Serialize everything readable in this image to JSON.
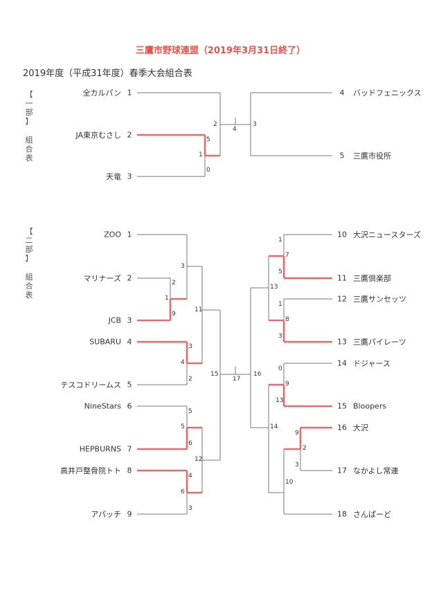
{
  "header": "三鷹市野球連盟（2019年3月31日終了）",
  "title": "2019年度（平成31年度）春季大会組合表",
  "division1": {
    "label": [
      "【",
      "一",
      "部",
      "】",
      "組",
      "合",
      "表"
    ],
    "teams": [
      {
        "num": "1",
        "name": "全カルパン"
      },
      {
        "num": "2",
        "name": "JA東京むさし"
      },
      {
        "num": "3",
        "name": "天竜"
      },
      {
        "num": "4",
        "name": "バッドフェニックス"
      },
      {
        "num": "5",
        "name": "三鷹市役所"
      }
    ],
    "scores": [
      "2",
      "5",
      "1",
      "0",
      "4",
      "3"
    ]
  },
  "division2": {
    "label": [
      "【",
      "二",
      "部",
      "】",
      "組",
      "合",
      "表"
    ],
    "teams": [
      {
        "num": "1",
        "name": "ZOO"
      },
      {
        "num": "2",
        "name": "マリナーズ"
      },
      {
        "num": "3",
        "name": "JCB"
      },
      {
        "num": "4",
        "name": "SUBARU"
      },
      {
        "num": "5",
        "name": "テスコドリームス"
      },
      {
        "num": "6",
        "name": "NineStars"
      },
      {
        "num": "7",
        "name": "HEPBURNS"
      },
      {
        "num": "8",
        "name": "高井戸整骨院トト"
      },
      {
        "num": "9",
        "name": "アパッチ"
      },
      {
        "num": "10",
        "name": "大沢ニュースターズ"
      },
      {
        "num": "11",
        "name": "三鷹倶楽部"
      },
      {
        "num": "12",
        "name": "三鷹サンセッツ"
      },
      {
        "num": "13",
        "name": "三鷹パイレーツ"
      },
      {
        "num": "14",
        "name": "ドジャース"
      },
      {
        "num": "15",
        "name": "Bloopers"
      },
      {
        "num": "16",
        "name": "大沢"
      },
      {
        "num": "17",
        "name": "なかよし常連"
      },
      {
        "num": "18",
        "name": "さんぱーど"
      }
    ],
    "scores": [
      "3",
      "2",
      "1",
      "9",
      "3",
      "4",
      "2",
      "11",
      "5",
      "5",
      "6",
      "4",
      "6",
      "3",
      "12",
      "15",
      "17",
      "16",
      "1",
      "7",
      "5",
      "1",
      "8",
      "3",
      "13",
      "0",
      "9",
      "13",
      "9",
      "2",
      "3",
      "14",
      "10"
    ]
  }
}
